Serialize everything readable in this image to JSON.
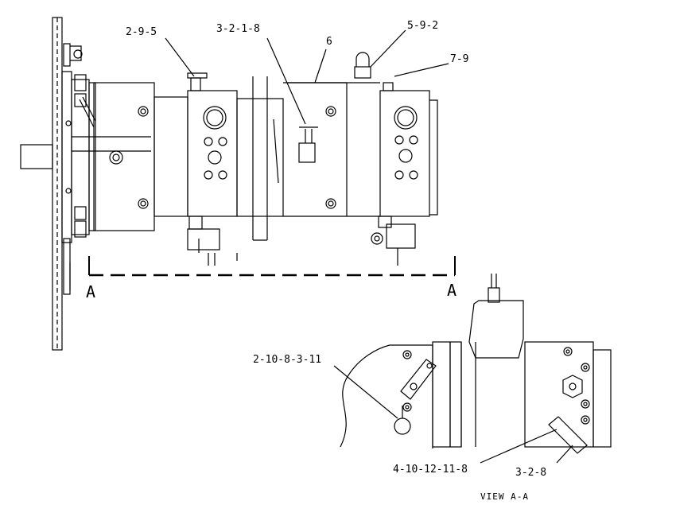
{
  "callouts": {
    "c1": "2-9-5",
    "c2": "3-2-1-8",
    "c3": "6",
    "c4": "5-9-2",
    "c5": "7-9",
    "c6": "2-10-8-3-11",
    "c7": "4-10-12-11-8",
    "c8": "3-2-8"
  },
  "section": {
    "left": "A",
    "right": "A"
  },
  "view_title": "VIEW A-A",
  "colors": {
    "line": "#000000",
    "background": "#ffffff"
  }
}
